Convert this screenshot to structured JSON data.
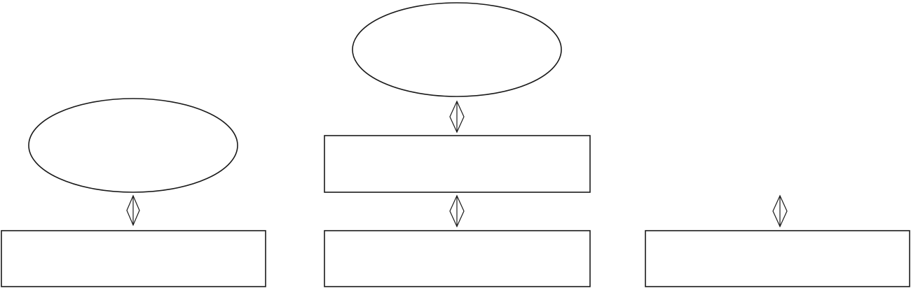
{
  "diagram": {
    "stroke_color": "#1a1a1a",
    "background_color": "#ffffff",
    "columns": [
      {
        "nodes": [
          {
            "shape": "ellipse",
            "text": ""
          },
          {
            "shape": "rectangle",
            "text": ""
          }
        ],
        "connectors": [
          {
            "type": "bidirectional-arrow",
            "text": ""
          }
        ]
      },
      {
        "nodes": [
          {
            "shape": "ellipse",
            "text": ""
          },
          {
            "shape": "rectangle",
            "text": ""
          },
          {
            "shape": "rectangle",
            "text": ""
          }
        ],
        "connectors": [
          {
            "type": "bidirectional-arrow",
            "text": ""
          },
          {
            "type": "bidirectional-arrow",
            "text": ""
          }
        ]
      },
      {
        "nodes": [
          {
            "shape": "rectangle",
            "text": ""
          }
        ],
        "connectors": [
          {
            "type": "bidirectional-arrow",
            "text": ""
          }
        ]
      }
    ]
  }
}
